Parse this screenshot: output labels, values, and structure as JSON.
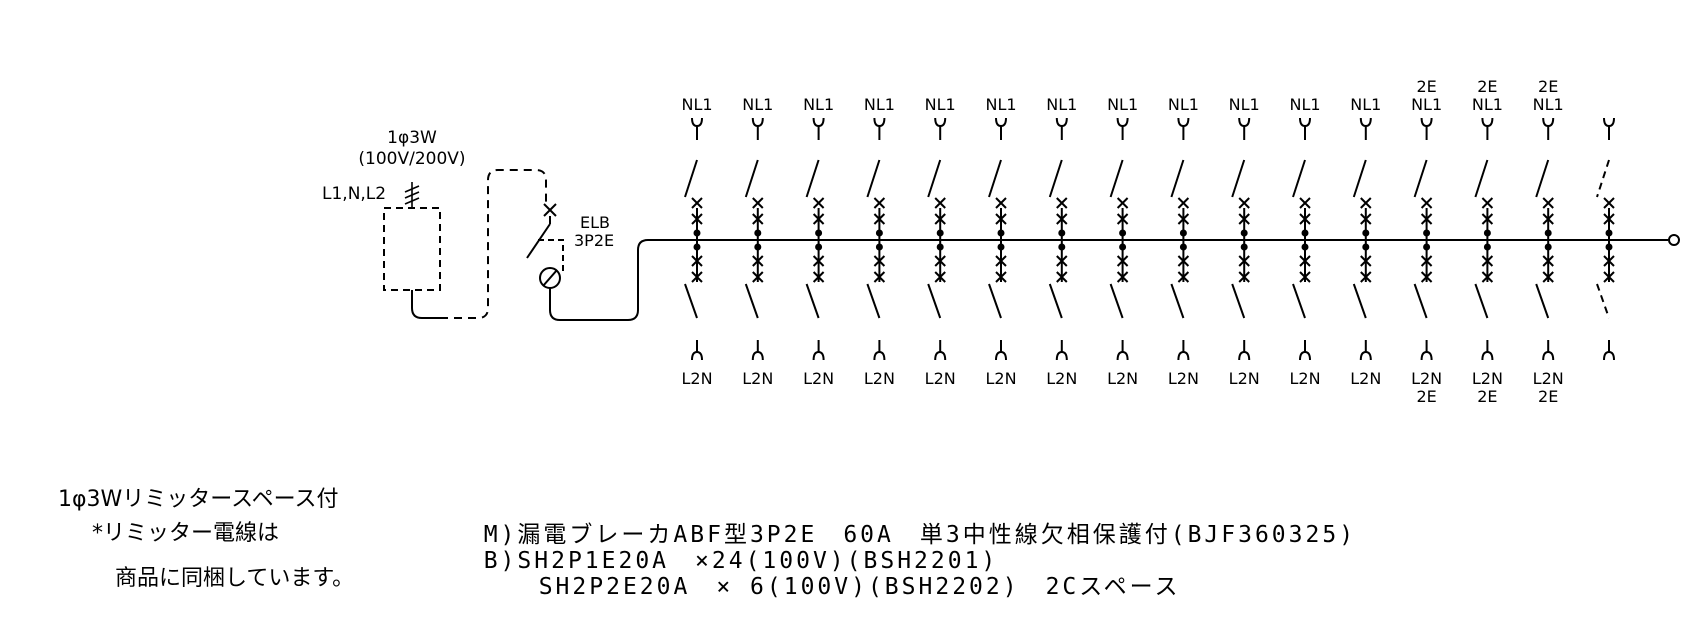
{
  "source": {
    "phase_label": "1φ3W",
    "voltage_label": "(100V/200V)",
    "lines_label": "L1,N,L2"
  },
  "main_breaker": {
    "name": "ELB",
    "poles": "3P2E"
  },
  "top_labels": [
    [
      "NL1"
    ],
    [
      "NL1"
    ],
    [
      "NL1"
    ],
    [
      "NL1"
    ],
    [
      "NL1"
    ],
    [
      "NL1"
    ],
    [
      "NL1"
    ],
    [
      "NL1"
    ],
    [
      "NL1"
    ],
    [
      "NL1"
    ],
    [
      "NL1"
    ],
    [
      "NL1"
    ],
    [
      "2E",
      "NL1"
    ],
    [
      "2E",
      "NL1"
    ],
    [
      "2E",
      "NL1"
    ],
    []
  ],
  "bottom_labels": [
    [
      "L2N"
    ],
    [
      "L2N"
    ],
    [
      "L2N"
    ],
    [
      "L2N"
    ],
    [
      "L2N"
    ],
    [
      "L2N"
    ],
    [
      "L2N"
    ],
    [
      "L2N"
    ],
    [
      "L2N"
    ],
    [
      "L2N"
    ],
    [
      "L2N"
    ],
    [
      "L2N"
    ],
    [
      "L2N",
      "2E"
    ],
    [
      "L2N",
      "2E"
    ],
    [
      "L2N",
      "2E"
    ],
    []
  ],
  "notes": {
    "limiter_space": "1φ3Wリミッタースペース付",
    "limiter_wire": "*リミッター電線は",
    "bundled": "商品に同梱しています。"
  },
  "specs": [
    {
      "tag": "M)",
      "text": "漏電ブレーカABF型3P2E　60A　単3中性線欠相保護付(BJF360325)"
    },
    {
      "tag": "B)",
      "text": "SH2P1E20A　×24(100V)(BSH2201)"
    },
    {
      "tag": "",
      "text": "SH2P2E20A　× 6(100V)(BSH2202)　2Cスペース"
    }
  ]
}
